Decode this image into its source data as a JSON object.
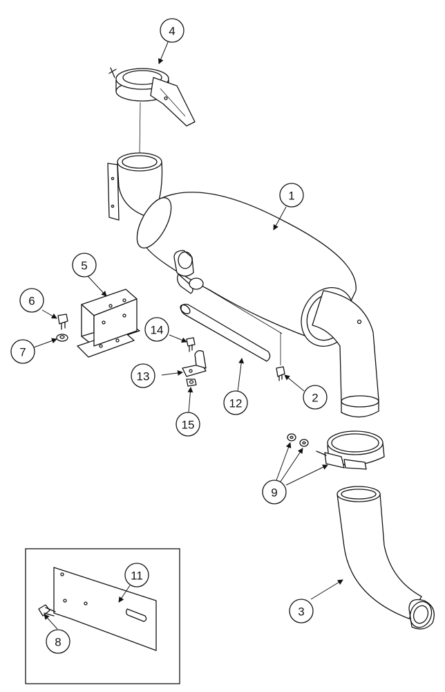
{
  "callouts": [
    {
      "id": "1",
      "label": "1"
    },
    {
      "id": "2",
      "label": "2"
    },
    {
      "id": "3",
      "label": "3"
    },
    {
      "id": "4",
      "label": "4"
    },
    {
      "id": "5",
      "label": "5"
    },
    {
      "id": "6",
      "label": "6"
    },
    {
      "id": "7",
      "label": "7"
    },
    {
      "id": "8",
      "label": "8"
    },
    {
      "id": "9",
      "label": "9"
    },
    {
      "id": "11",
      "label": "11"
    },
    {
      "id": "12",
      "label": "12"
    },
    {
      "id": "13",
      "label": "13"
    },
    {
      "id": "14",
      "label": "14"
    },
    {
      "id": "15",
      "label": "15"
    }
  ]
}
